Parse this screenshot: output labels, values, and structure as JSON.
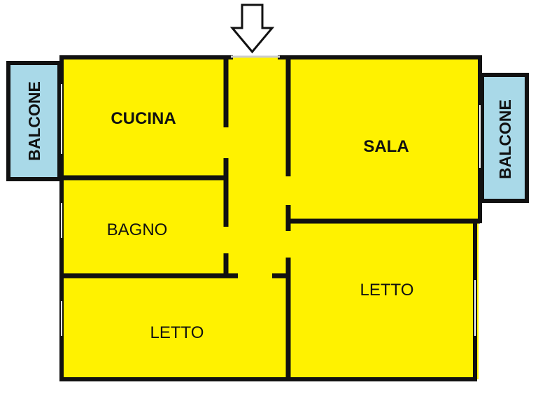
{
  "colors": {
    "room_fill": "#fff200",
    "balcony_fill": "#a9d9e8",
    "wall": "#111111",
    "arrow_fill": "#ffffff"
  },
  "rooms": {
    "cucina": "CUCINA",
    "sala": "SALA",
    "bagno": "BAGNO",
    "letto_right": "LETTO",
    "letto_bottom": "LETTO"
  },
  "balconies": {
    "left": "BALCONE",
    "right": "BALCONE"
  },
  "entrance_icon": "down-arrow-icon"
}
